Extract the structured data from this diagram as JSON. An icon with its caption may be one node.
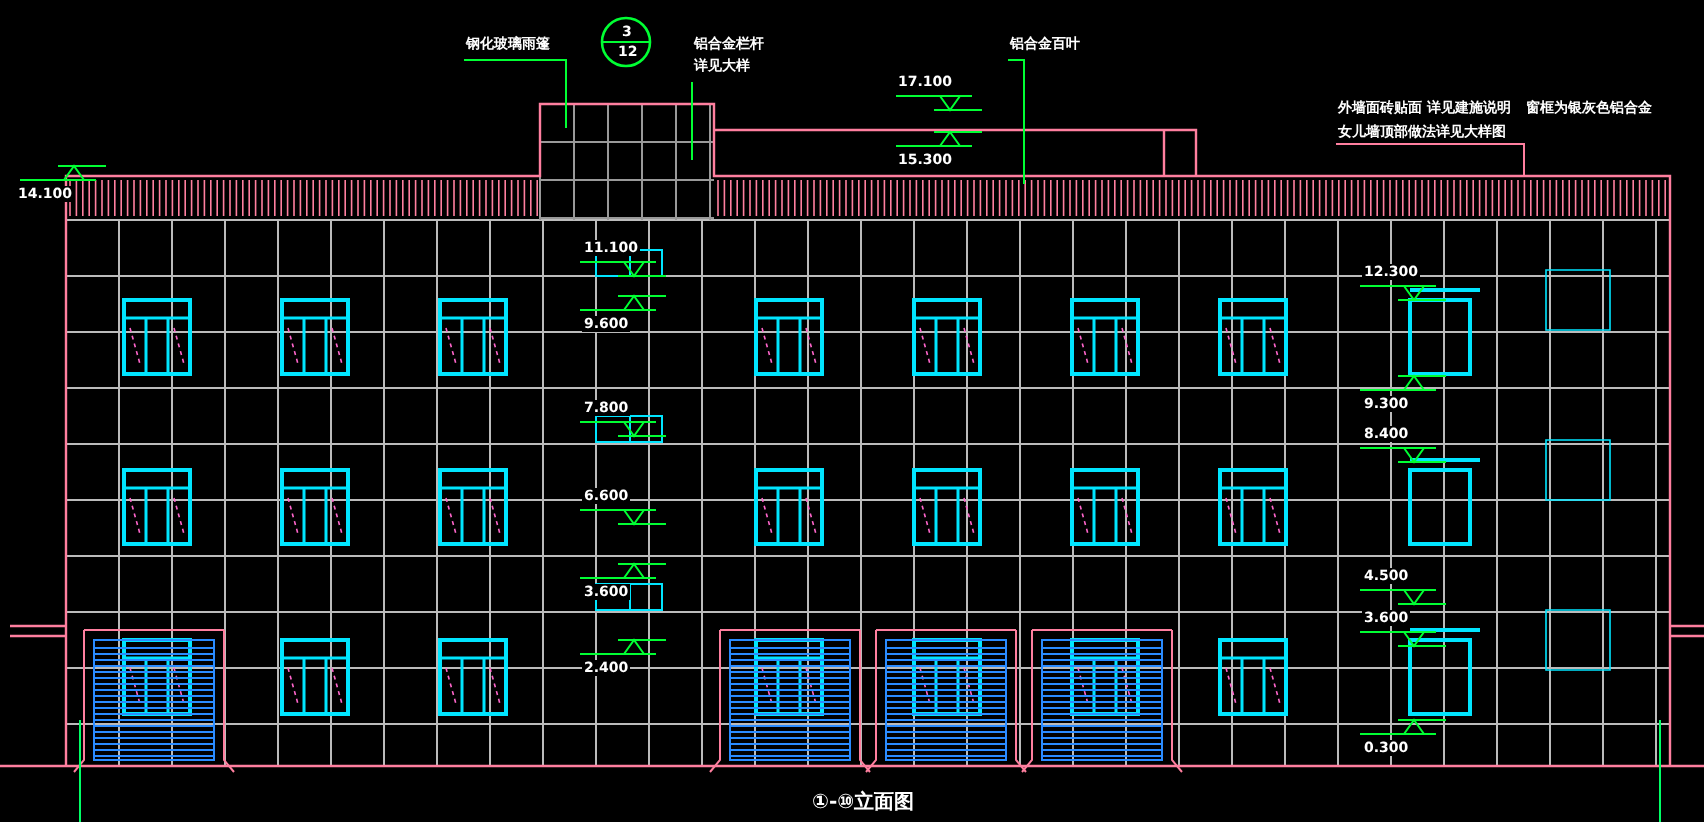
{
  "diagram": {
    "title": "①-⑩立面图",
    "nodes": [
      {
        "text": [
          "钢化玻璃雨篷"
        ]
      },
      {
        "text": [
          "3",
          "12"
        ]
      },
      {
        "text": [
          "铝合金栏杆",
          "详见大样"
        ]
      },
      {
        "text": [
          "铝合金百叶"
        ]
      }
    ],
    "edges": [
      {
        "from": 0,
        "to": null,
        "arrow": "none"
      },
      {
        "from": 2,
        "to": null,
        "arrow": "none"
      },
      {
        "from": 3,
        "to": null,
        "arrow": "none"
      }
    ],
    "labels": [
      "17.100",
      "外墙面砖贴面 详见建施说明",
      "窗框为银灰色铝合金",
      "女儿墙顶部做法详见大样图",
      "15.300",
      "14.100",
      "11.100",
      "12.300",
      "9.600",
      "9.300",
      "8.400",
      "7.800",
      "6.600",
      "4.500",
      "3.600",
      "3.600",
      "2.400",
      "0.300"
    ]
  }
}
